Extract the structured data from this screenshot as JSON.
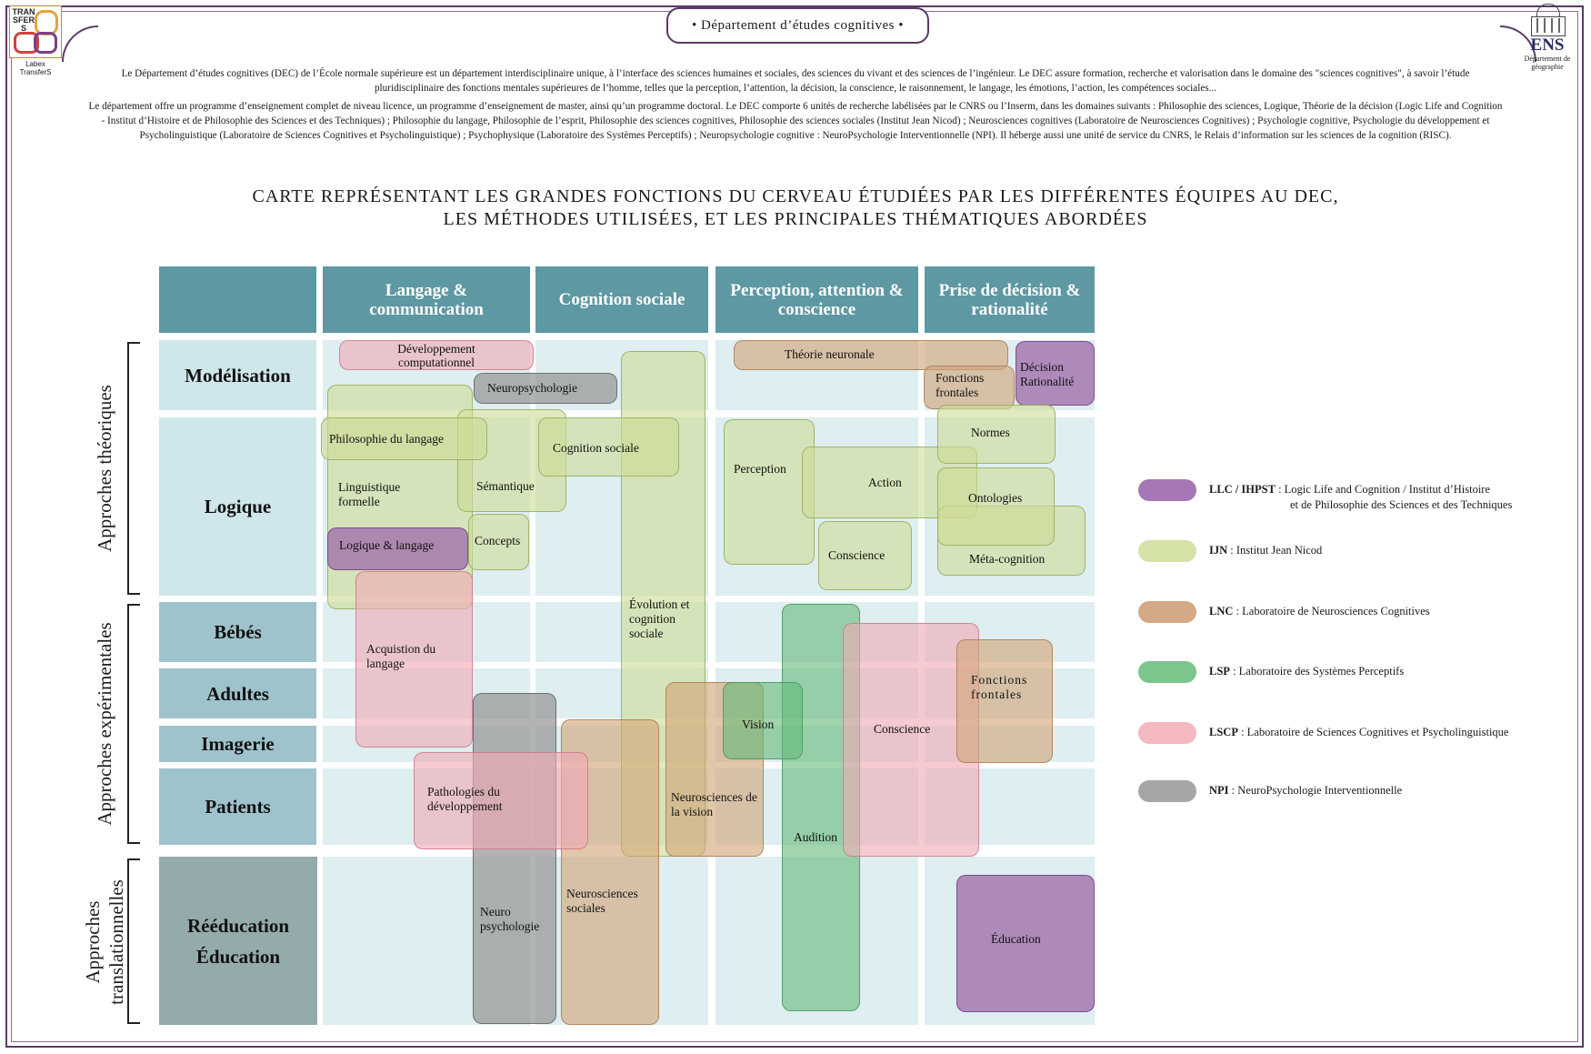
{
  "header": {
    "title": "Département d’études cognitives",
    "left_logo": {
      "text": "TRANSFERS",
      "caption_line1": "Labex",
      "caption_line2": "TransferS"
    },
    "right_logo": {
      "text": "ENS",
      "caption_line1": "Département de",
      "caption_line2": "géographie"
    }
  },
  "intro": {
    "p1": "Le Département d’études cognitives (DEC) de l’École normale supérieure est un département interdisciplinaire unique, à l’interface des sciences humaines et sociales, des sciences du vivant et des sciences de l’ingénieur. Le DEC assure formation, recherche et valorisation dans le domaine des \"sciences cognitives\", à savoir l’étude pluridisciplinaire des fonctions mentales supérieures de l’homme, telles que la perception, l’attention, la décision, la conscience, le raisonnement, le langage, les émotions, l’action, les compétences sociales...",
    "p2": "Le département offre un programme d’enseignement complet de niveau licence, un programme d’enseignement de master, ainsi qu’un programme doctoral. Le DEC comporte 6 unités de recherche labélisées par le CNRS ou l’Inserm, dans les domaines suivants : Philosophie des sciences, Logique, Théorie de la décision (Logic Life and Cognition - Institut d’Histoire et de Philosophie des Sciences et des Techniques) ; Philosophie du langage, Philosophie de l’esprit, Philosophie des sciences cognitives, Philosophie des sciences sociales (Institut Jean Nicod) ; Neurosciences cognitives (Laboratoire de Neurosciences Cognitives) ; Psychologie cognitive, Psychologie du développement et Psycholinguistique (Laboratoire de Sciences Cognitives et Psycholinguistique) ; Psychophysique (Laboratoire des Systèmes Perceptifs) ; Neuropsychologie cognitive : NeuroPsychologie Interventionnelle (NPI). Il héberge aussi une unité de service du CNRS, le Relais d’information sur les sciences de la cognition (RISC)."
  },
  "map": {
    "title_line1": "CARTE REPRÉSENTANT LES GRANDES FONCTIONS DU CERVEAU ÉTUDIÉES PAR LES DIFFÉRENTES ÉQUIPES AU DEC,",
    "title_line2": "LES MÉTHODES UTILISÉES, ET LES PRINCIPALES THÉMATIQUES ABORDÉES",
    "columns": [
      "Langage & communication",
      "Cognition sociale",
      "Perception, attention & conscience",
      "Prise de décision & rationalité"
    ],
    "rows": [
      "Modélisation",
      "Logique",
      "Bébés",
      "Adultes",
      "Imagerie",
      "Patients",
      "Rééducation",
      "Éducation"
    ],
    "groups": [
      "Approches théoriques",
      "Approches expérimentales",
      "Approches translationnelles"
    ],
    "blobs": {
      "dev_comp": "Développement computationnel",
      "neuropsy_top": "Neuropsychologie",
      "theorie_neuronale": "Théorie neuronale",
      "fonctions_frontales_top": "Fonctions frontales",
      "decision_rat": "Décision Rationalité",
      "philo_langage": "Philosophie du langage",
      "linguistique": "Linguistique formelle",
      "semantique": "Sémantique",
      "cognition_sociale": "Cognition sociale",
      "concepts": "Concepts",
      "logique_langage": "Logique & langage",
      "perception": "Perception",
      "action": "Action",
      "conscience_top": "Conscience",
      "normes": "Normes",
      "ontologies": "Ontologies",
      "metacognition": "Méta-cognition",
      "acquisition": "Acquistion du langage",
      "evolution": "Évolution et cognition sociale",
      "vision": "Vision",
      "conscience_mid": "Conscience",
      "fonctions_frontales_mid": "Fonctions frontales",
      "pathologies": "Pathologies du développement",
      "neuro_vision": "Neurosciences de la vision",
      "audition": "Audition",
      "neuropsy_bottom": "Neuro psychologie",
      "neuro_sociales": "Neurosciences sociales",
      "education": "Éducation"
    }
  },
  "legend": [
    {
      "abbr": "LLC / IHPST",
      "text": ": Logic Life and Cognition / Institut d’Histoire",
      "text2": "et de Philosophie des Sciences et des Techniques",
      "color": "#a677b4"
    },
    {
      "abbr": "IJN",
      "text": ": Institut Jean Nicod",
      "text2": "",
      "color": "#d4e2a8"
    },
    {
      "abbr": "LNC",
      "text": ": Laboratoire de Neurosciences Cognitives",
      "text2": "",
      "color": "#d4aa86"
    },
    {
      "abbr": "LSP",
      "text": ": Laboratoire des Systèmes Perceptifs",
      "text2": "",
      "color": "#7cc58c"
    },
    {
      "abbr": "LSCP",
      "text": ": Laboratoire de Sciences Cognitives et Psycholinguistique",
      "text2": "",
      "color": "#f3b8c0"
    },
    {
      "abbr": "NPI",
      "text": ": NeuroPsychologie Interventionnelle",
      "text2": "",
      "color": "#a6a6a6"
    }
  ]
}
